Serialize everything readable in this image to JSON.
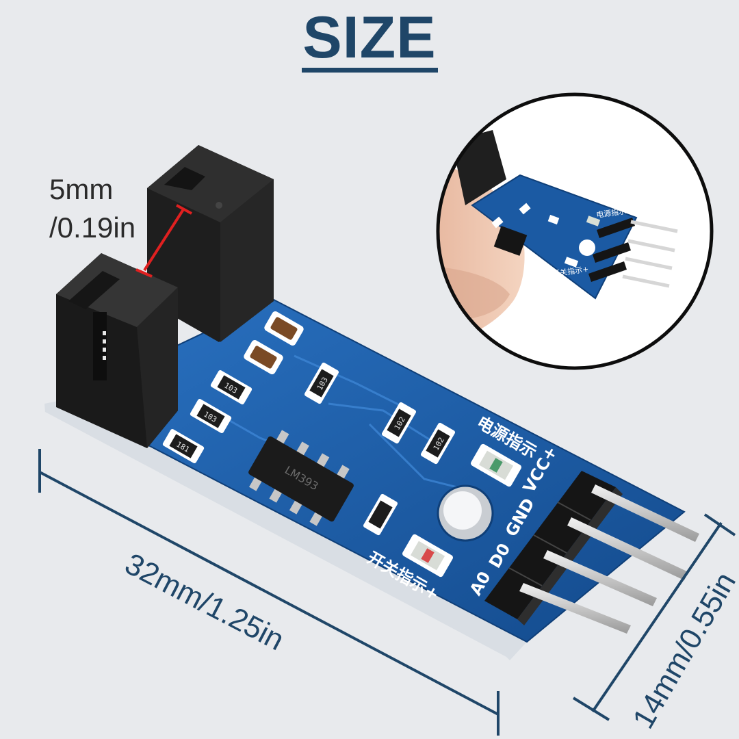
{
  "header": {
    "title": "SIZE"
  },
  "dimensions": {
    "gap_line1": "5mm",
    "gap_line2": "/0.19in",
    "length": "32mm/1.25in",
    "width": "14mm/0.55in"
  },
  "board": {
    "silkscreen_top": "电源指示",
    "silkscreen_bottom": "开关指示+",
    "pins": [
      "VCC+",
      "GND",
      "D0",
      "A0"
    ],
    "resistors": [
      "103",
      "103",
      "181",
      "103",
      "102",
      "102"
    ],
    "chip_marking": "LM393"
  },
  "inset": {
    "silkscreen_top": "电源指示",
    "silkscreen_bottom": "开关指示+"
  },
  "colors": {
    "title": "#1f4668",
    "background": "#e8eaed",
    "pcb": "#1a5aa5",
    "measure_line": "#e02020"
  }
}
